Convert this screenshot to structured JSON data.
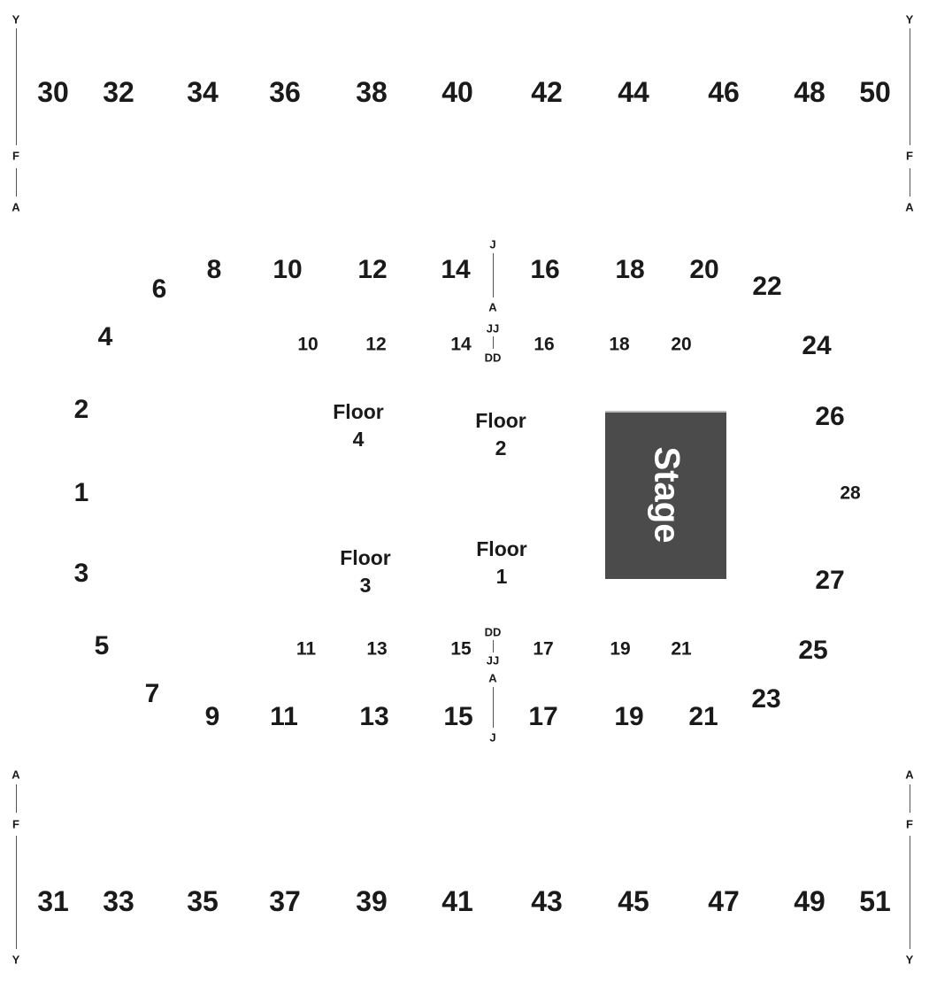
{
  "upper_sections_top": [
    "30",
    "32",
    "34",
    "36",
    "38",
    "40",
    "42",
    "44",
    "46",
    "48",
    "50"
  ],
  "upper_sections_bottom": [
    "31",
    "33",
    "35",
    "37",
    "39",
    "41",
    "43",
    "45",
    "47",
    "49",
    "51"
  ],
  "lower_bowl_top": [
    "8",
    "10",
    "12",
    "14",
    "16",
    "18",
    "20"
  ],
  "lower_bowl_bottom": [
    "9",
    "11",
    "13",
    "15",
    "17",
    "19",
    "21"
  ],
  "lower_bowl_left": [
    "6",
    "4",
    "2",
    "1",
    "3",
    "5",
    "7"
  ],
  "lower_bowl_right": [
    "22",
    "24",
    "26",
    "28",
    "27",
    "25",
    "23"
  ],
  "floor_row_top": [
    "10",
    "12",
    "14",
    "16",
    "18",
    "20"
  ],
  "floor_row_bottom": [
    "11",
    "13",
    "15",
    "17",
    "19",
    "21"
  ],
  "row_markers": {
    "upper_top": [
      "Y",
      "F",
      "A"
    ],
    "upper_bottom": [
      "A",
      "F",
      "Y"
    ],
    "center_top_outer": [
      "J",
      "A"
    ],
    "center_top_inner": [
      "JJ",
      "DD"
    ],
    "center_bottom_inner": [
      "DD",
      "JJ"
    ],
    "center_bottom_outer": [
      "A",
      "J"
    ]
  },
  "floors": [
    {
      "title": "Floor",
      "number": "4"
    },
    {
      "title": "Floor",
      "number": "2"
    },
    {
      "title": "Floor",
      "number": "3"
    },
    {
      "title": "Floor",
      "number": "1"
    }
  ],
  "stage": {
    "label": "Stage",
    "color": "#4b4b4b"
  }
}
